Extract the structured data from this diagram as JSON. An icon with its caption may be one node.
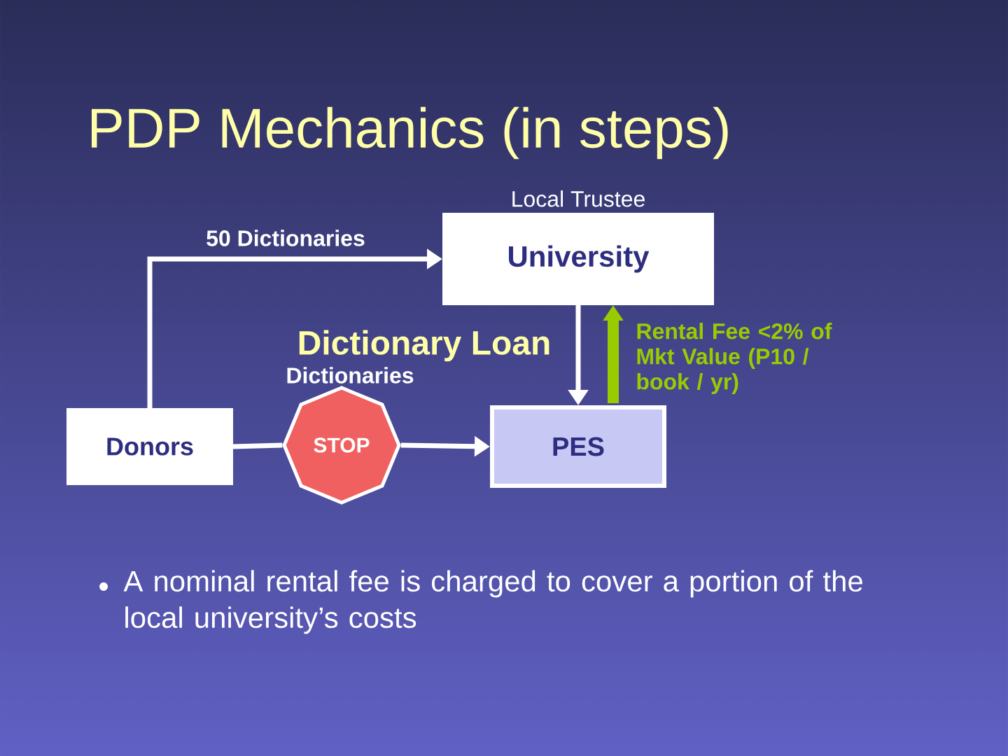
{
  "diagram": {
    "title": "PDP Mechanics (in steps)",
    "nodes": [
      {
        "text": [
          "University"
        ],
        "beside": [
          "Local Trustee"
        ]
      },
      {
        "text": [
          "Donors"
        ]
      },
      {
        "text": [
          "STOP"
        ]
      },
      {
        "text": [
          "PES"
        ]
      }
    ],
    "edges": [
      {
        "from": 1,
        "to": 0,
        "arrow": "to",
        "label": "50 Dictionaries"
      },
      {
        "from": 0,
        "to": 3,
        "arrow": "to",
        "label": "Dictionary Loan"
      },
      {
        "from": 3,
        "to": 0,
        "arrow": "to",
        "label": "Rental Fee <2% of Mkt Value (P10 / book / yr)",
        "style": "thick",
        "color": "#99cc00"
      },
      {
        "from": 1,
        "to": 2,
        "arrow": "none",
        "label": "Dictionaries"
      },
      {
        "from": 2,
        "to": 3,
        "arrow": "to"
      }
    ],
    "labels": [
      "A nominal rental fee is charged to cover a portion of the local university’s costs"
    ]
  }
}
